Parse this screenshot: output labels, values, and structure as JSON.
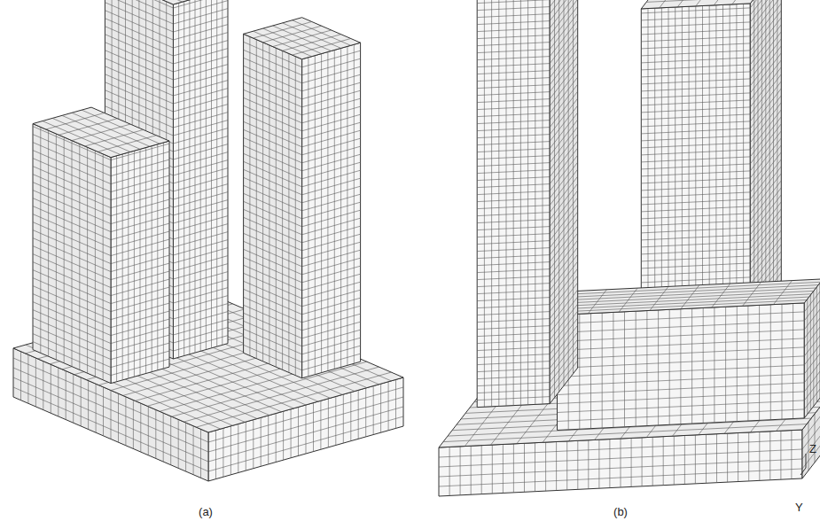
{
  "diagram": {
    "labels": [
      "(a)",
      "(b)",
      "Z",
      "Y"
    ]
  }
}
